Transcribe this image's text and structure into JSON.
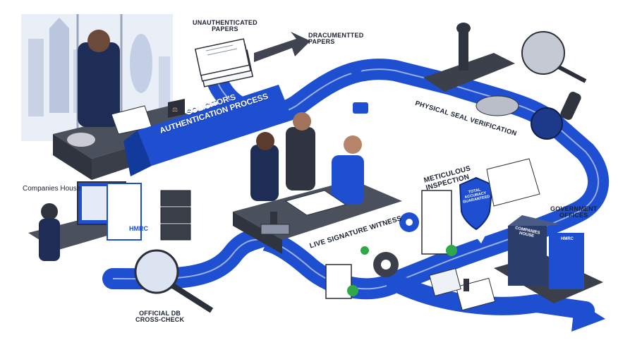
{
  "labels": {
    "unauthenticated": "UNAUTHENTICATED\nPAPERS",
    "documented": "DRACUMENTTED\nPAPERS",
    "banner": "SOLICITOR'S\nAUTHENTICATION PROCESS",
    "physical_seal": "PHYSICAL SEAL VERIFICATION",
    "meticulous": "METICULOUS\nINSPECTION",
    "witness": "LIVE SIGNATURE WITNESS",
    "government": "GOVERNMENT\nOFFICES",
    "official_db": "OFFICIAL DB\nCROSS-CHECK",
    "companies_house": "Companies House",
    "hmrc": "HMRC",
    "shield": "TOTAL ACCURACY GUARANTEED",
    "building_left": "COMPANIES HOUSE",
    "building_right": "HMRC"
  },
  "colors": {
    "flow_blue": "#1f4fd1",
    "dark_blue": "#123a9c",
    "navy": "#1b2a4a",
    "check_green": "#2fa84a",
    "desk_gray": "#3a3f4a"
  },
  "icons": [
    "arrow-icon",
    "check-icon",
    "gear-icon",
    "magnifier-icon",
    "stamp-icon",
    "seal-icon",
    "shield-icon",
    "chat-bubble-icon",
    "server-icon",
    "monitor-icon"
  ]
}
